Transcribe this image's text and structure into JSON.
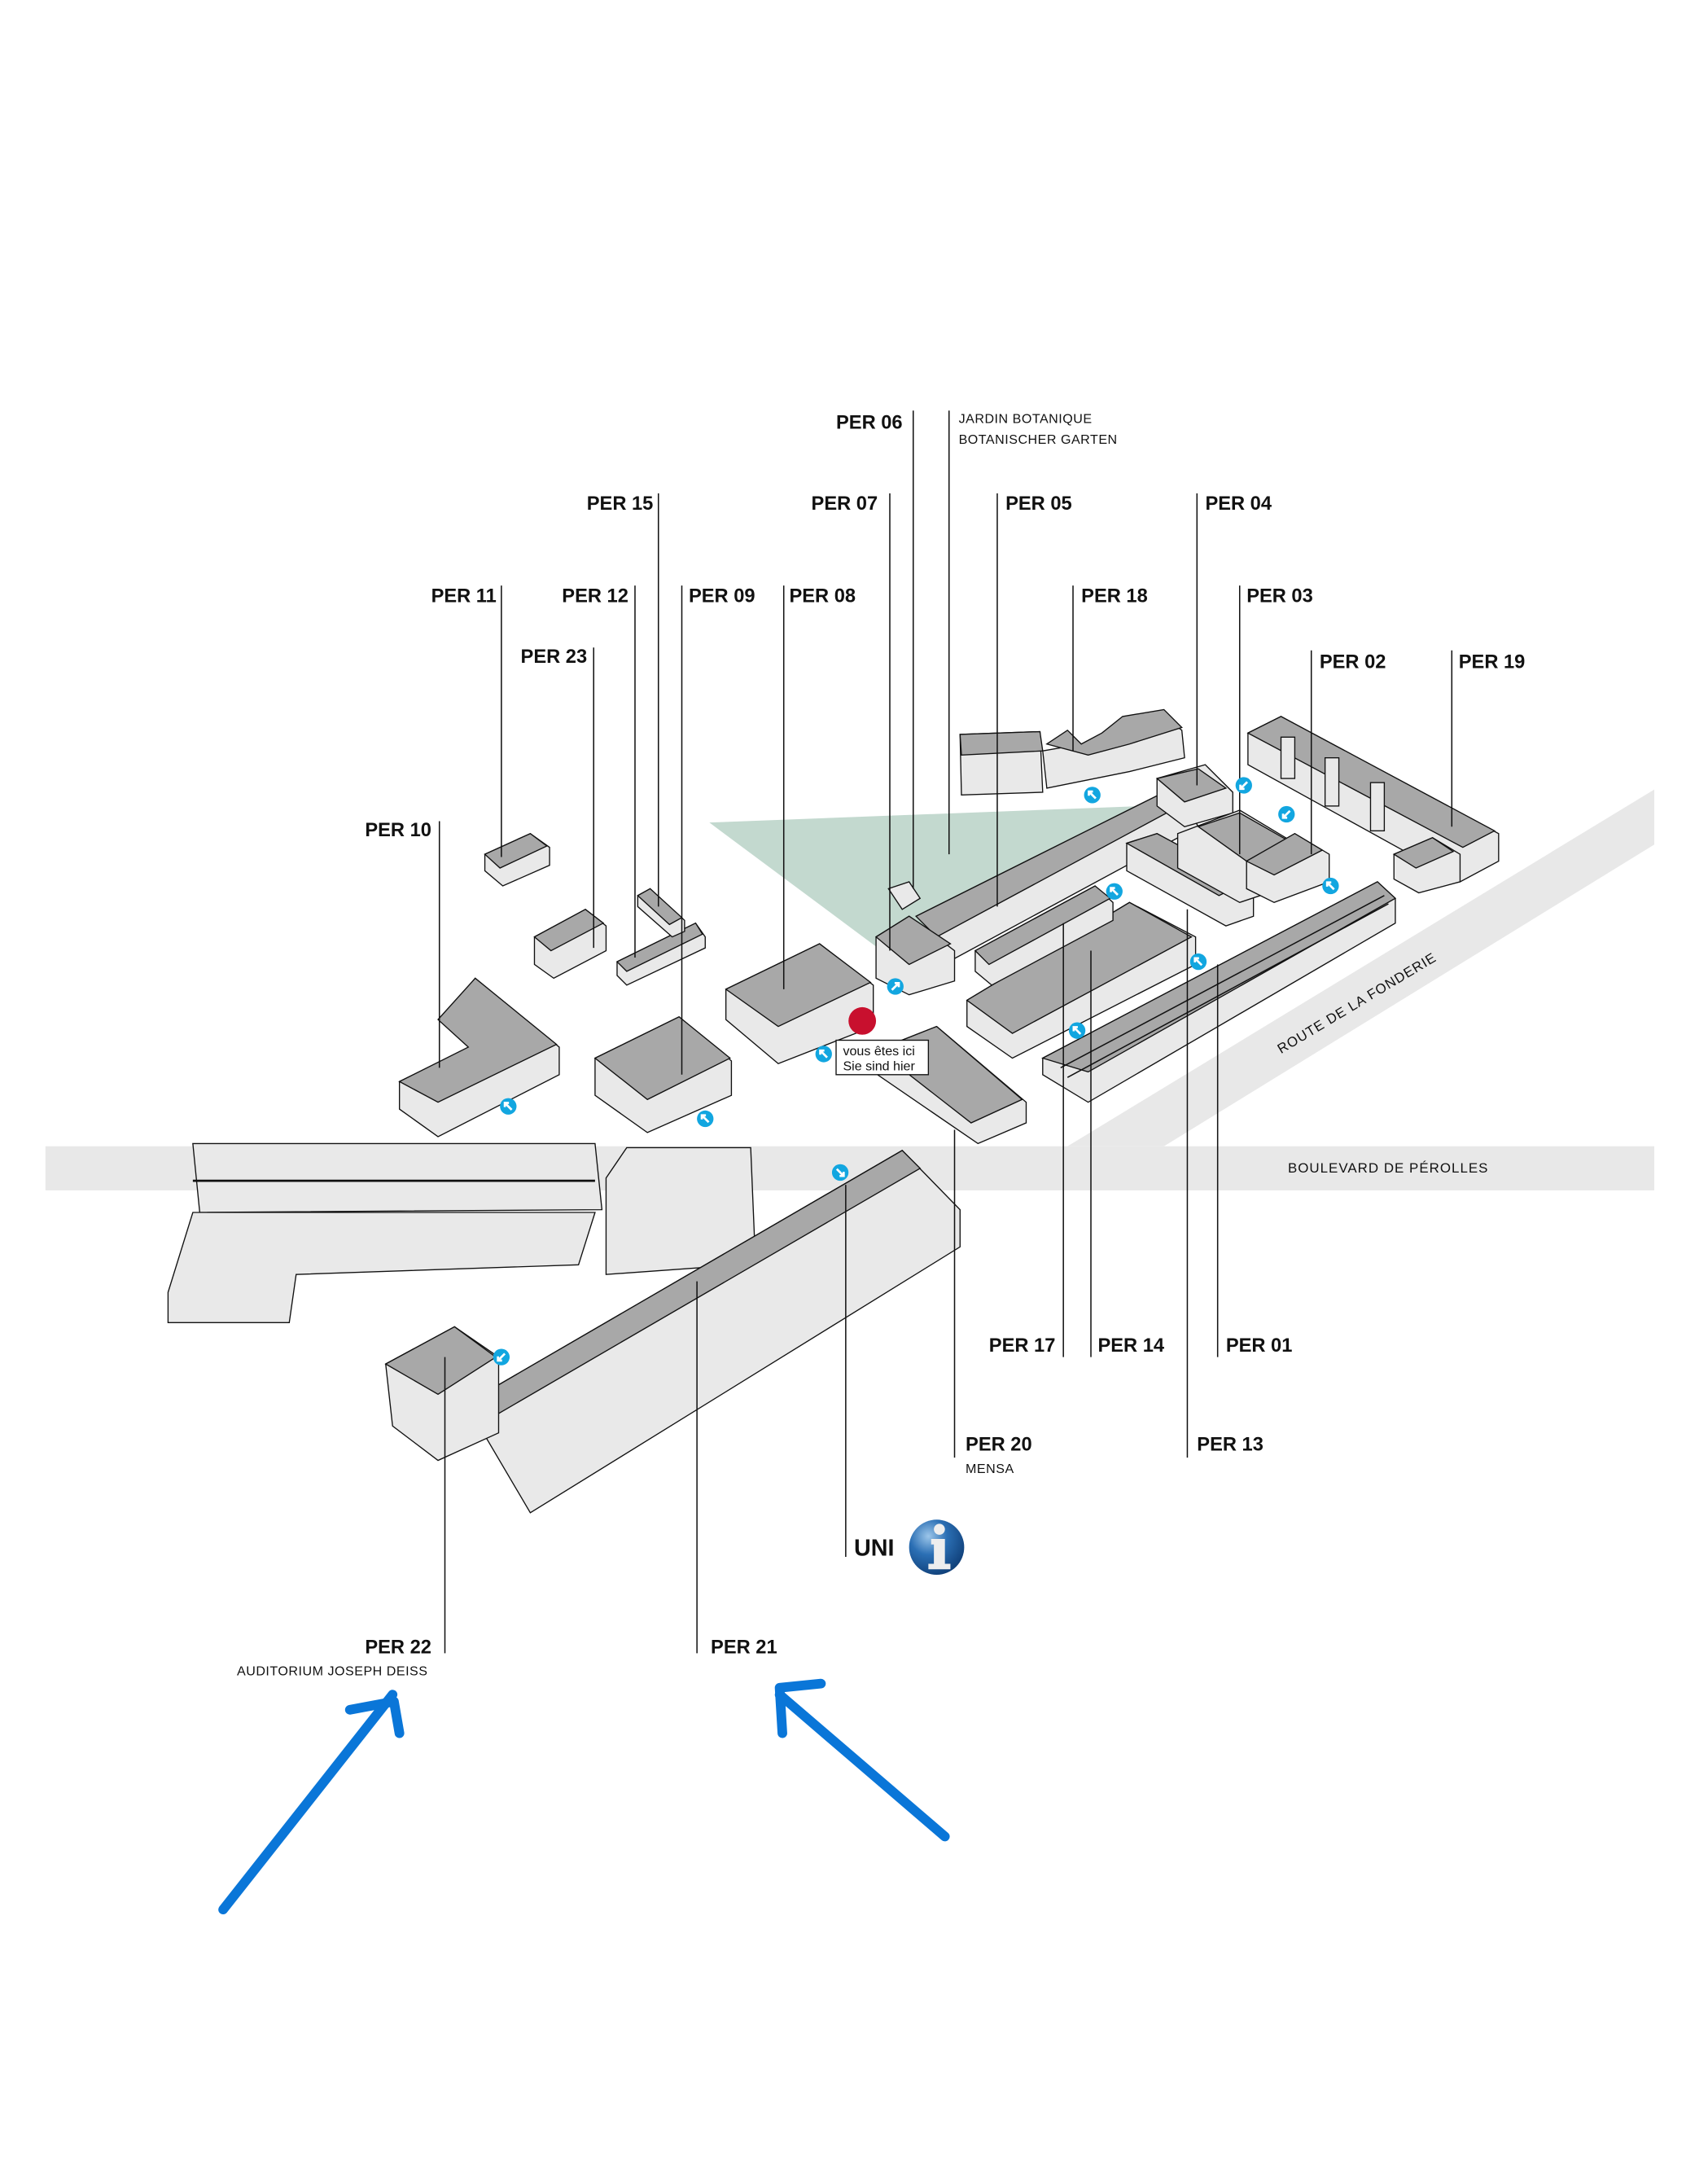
{
  "map": {
    "title": "Campus Pérolles map",
    "colors": {
      "roof": "#a8a8a8",
      "wall": "#e9e9e9",
      "road": "#e8e8e8",
      "garden": "#c3d9cf",
      "entrance": "#12a6e0",
      "you_are_here": "#c8102e",
      "direction_arrow": "#0a76d8"
    },
    "streets": {
      "boulevard": "BOULEVARD DE PÉROLLES",
      "route": "ROUTE DE LA FONDERIE"
    },
    "you_are_here": {
      "line1": "vous êtes ici",
      "line2": "Sie sind hier"
    },
    "info_point": {
      "label": "UNI",
      "icon": "info-icon"
    },
    "buildings": {
      "per01": {
        "label": "PER 01"
      },
      "per02": {
        "label": "PER 02"
      },
      "per03": {
        "label": "PER 03"
      },
      "per04": {
        "label": "PER 04"
      },
      "per05": {
        "label": "PER 05"
      },
      "per06": {
        "label": "PER 06"
      },
      "per07": {
        "label": "PER 07"
      },
      "per08": {
        "label": "PER 08"
      },
      "per09": {
        "label": "PER 09"
      },
      "per10": {
        "label": "PER 10"
      },
      "per11": {
        "label": "PER 11"
      },
      "per12": {
        "label": "PER 12"
      },
      "per13": {
        "label": "PER 13"
      },
      "per14": {
        "label": "PER 14"
      },
      "per15": {
        "label": "PER 15"
      },
      "per17": {
        "label": "PER 17"
      },
      "per18": {
        "label": "PER 18"
      },
      "per19": {
        "label": "PER 19"
      },
      "per20": {
        "label": "PER 20",
        "subtitle": "MENSA"
      },
      "per21": {
        "label": "PER 21"
      },
      "per22": {
        "label": "PER 22",
        "subtitle": "AUDITORIUM JOSEPH DEISS"
      },
      "per23": {
        "label": "PER 23"
      }
    },
    "garden": {
      "line1": "JARDIN BOTANIQUE",
      "line2": "BOTANISCHER GARTEN"
    }
  }
}
